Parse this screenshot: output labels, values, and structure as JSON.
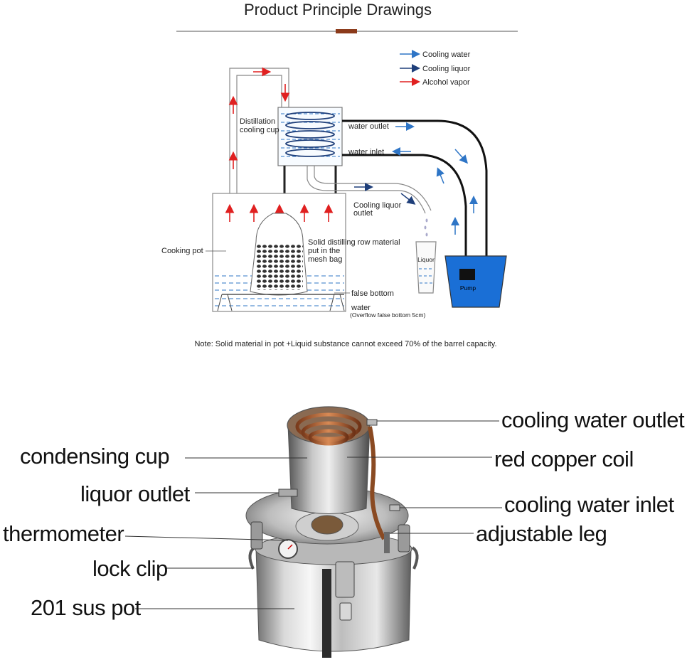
{
  "header": {
    "title": "Product Principle Drawings"
  },
  "legend": {
    "items": [
      {
        "label": "Cooling water",
        "color": "#2e75c6"
      },
      {
        "label": "Cooling liquor",
        "color": "#1f3f7a"
      },
      {
        "label": "Alcohol vapor",
        "color": "#e02020"
      }
    ]
  },
  "diagram": {
    "labels": {
      "distillation_cup": [
        "Distillation",
        "cooling cup"
      ],
      "water_outlet": "water outlet",
      "water_inlet": "water inlet",
      "cooling_liquor_outlet": [
        "Cooling liquor",
        "outlet"
      ],
      "cooking_pot": "Cooking pot",
      "mesh_bag": [
        "Solid distilling row material",
        "put in the",
        "mesh bag"
      ],
      "liquor": "Liquor",
      "pump": "Pump",
      "false_bottom": "false bottom",
      "water": "water",
      "overflow": "(Overflow false bottom 5cm)"
    },
    "note": "Note: Solid material in pot +Liquid substance cannot exceed 70% of the barrel capacity."
  },
  "product": {
    "labels": {
      "cooling_water_outlet": "cooling water outlet",
      "condensing_cup": "condensing cup",
      "red_copper_coil": "red copper coil",
      "liquor_outlet": "liquor outlet",
      "cooling_water_inlet": "cooling water inlet",
      "thermometer": "thermometer",
      "adjustable_leg": "adjustable leg",
      "lock_clip": "lock clip",
      "sus_pot": "201 sus pot"
    }
  },
  "colors": {
    "vapor": "#e02020",
    "water": "#2e75c6",
    "liquor": "#1f3f7a",
    "header_accent": "#8b3a1a",
    "pump_water": "#1a6fd6"
  }
}
